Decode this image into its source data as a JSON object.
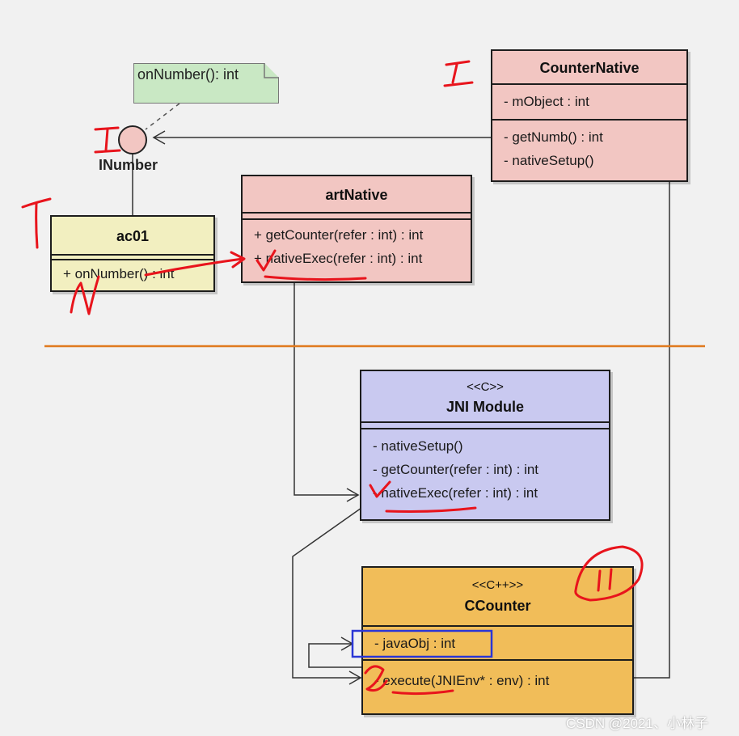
{
  "note": {
    "text": "onNumber(): int"
  },
  "interface": {
    "name": "INumber"
  },
  "classes": {
    "counter_native": {
      "name": "CounterNative",
      "attributes": [
        "- mObject : int"
      ],
      "methods": [
        "- getNumb() : int",
        "- nativeSetup()"
      ],
      "color": "#f2c6c2"
    },
    "art_native": {
      "name": "artNative",
      "methods": [
        "+ getCounter(refer : int) : int",
        "+ nativeExec(refer : int) : int"
      ],
      "color": "#f2c6c2"
    },
    "ac01": {
      "name": "ac01",
      "methods": [
        "+ onNumber() : int"
      ],
      "color": "#f2efc0"
    },
    "jni_module": {
      "stereotype": "<<C>>",
      "name": "JNI Module",
      "methods": [
        "- nativeSetup()",
        "- getCounter(refer : int) : int",
        "- nativeExec(refer : int) : int"
      ],
      "color": "#c9c9f0"
    },
    "ccounter": {
      "stereotype": "<<C++>>",
      "name": "CCounter",
      "attributes": [
        "- javaObj : int"
      ],
      "methods": [
        "- execute(JNIEnv* : env) : int"
      ],
      "color": "#f1bd59"
    }
  },
  "annotations": {
    "separator_color": "#e07a1f",
    "handwriting_color": "#e8141c",
    "highlight_box_color": "#2a36d6"
  },
  "watermark": "CSDN @2021、小林子"
}
